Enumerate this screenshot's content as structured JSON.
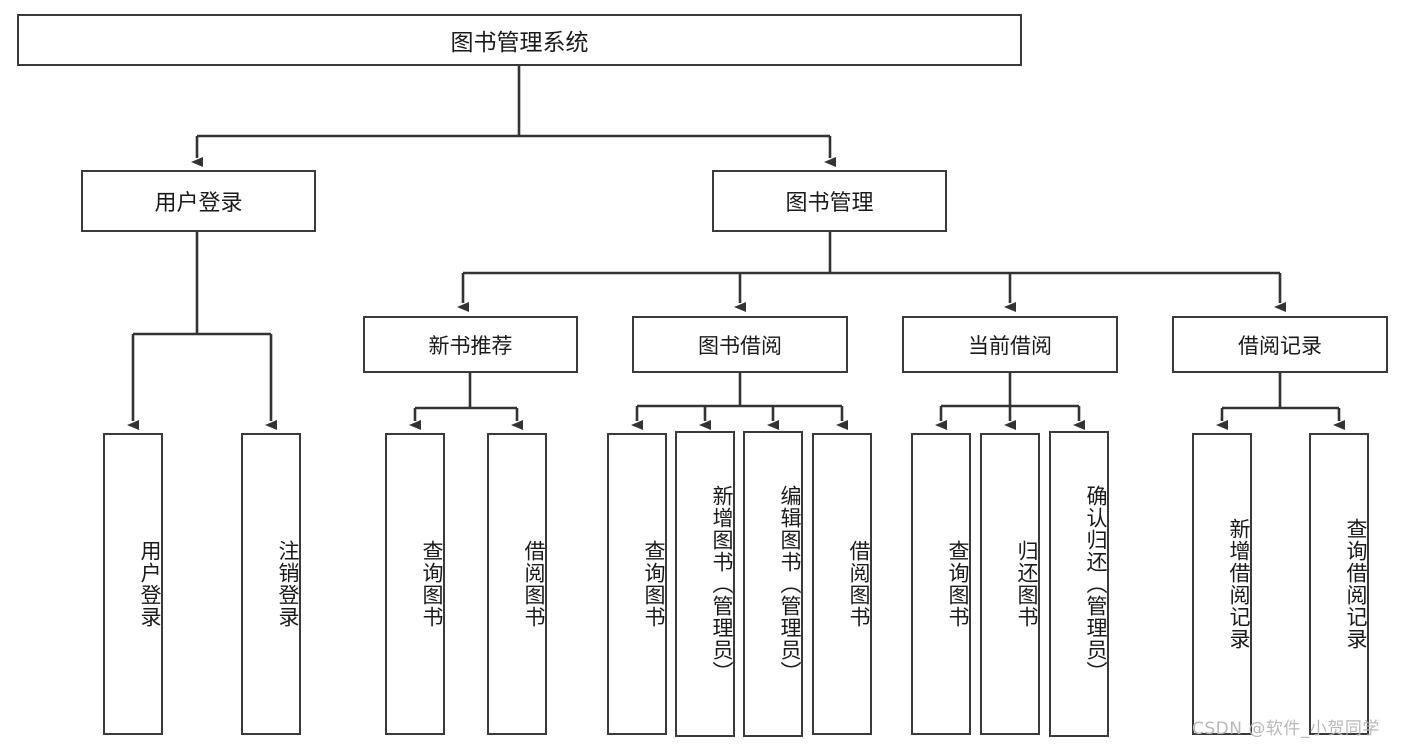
{
  "diagram": {
    "title": "图书管理系统",
    "type": "tree-structure-chart",
    "colors": {
      "box_border": "#3a3a3a",
      "line": "#333333",
      "background": "#ffffff",
      "text": "#1a1a1a",
      "watermark": "#b9b9b9"
    },
    "watermark": "CSDN @软件_小贺同学"
  },
  "nodes": {
    "root": {
      "label": "图书管理系统"
    },
    "level2": [
      {
        "id": "user-login",
        "label": "用户登录"
      },
      {
        "id": "book-manage",
        "label": "图书管理"
      }
    ],
    "level3": [
      {
        "id": "new-book-recommend",
        "label": "新书推荐"
      },
      {
        "id": "book-borrow",
        "label": "图书借阅"
      },
      {
        "id": "current-borrow",
        "label": "当前借阅"
      },
      {
        "id": "borrow-record",
        "label": "借阅记录"
      }
    ],
    "leaves": [
      {
        "id": "leaf-user-login",
        "label": "用户登录",
        "parent": "user-login"
      },
      {
        "id": "leaf-logout",
        "label": "注销登录",
        "parent": "user-login"
      },
      {
        "id": "leaf-query-book-1",
        "label": "查询图书",
        "parent": "new-book-recommend"
      },
      {
        "id": "leaf-borrow-book-1",
        "label": "借阅图书",
        "parent": "new-book-recommend"
      },
      {
        "id": "leaf-query-book-2",
        "label": "查询图书",
        "parent": "book-borrow"
      },
      {
        "id": "leaf-add-book",
        "label": "新增图书（管理员）",
        "parent": "book-borrow"
      },
      {
        "id": "leaf-edit-book",
        "label": "编辑图书（管理员）",
        "parent": "book-borrow"
      },
      {
        "id": "leaf-borrow-book-2",
        "label": "借阅图书",
        "parent": "book-borrow"
      },
      {
        "id": "leaf-query-book-3",
        "label": "查询图书",
        "parent": "current-borrow"
      },
      {
        "id": "leaf-return-book",
        "label": "归还图书",
        "parent": "current-borrow"
      },
      {
        "id": "leaf-confirm-return",
        "label": "确认归还（管理员）",
        "parent": "current-borrow"
      },
      {
        "id": "leaf-add-record",
        "label": "新增借阅记录",
        "parent": "borrow-record"
      },
      {
        "id": "leaf-query-record",
        "label": "查询借阅记录",
        "parent": "borrow-record"
      }
    ]
  }
}
